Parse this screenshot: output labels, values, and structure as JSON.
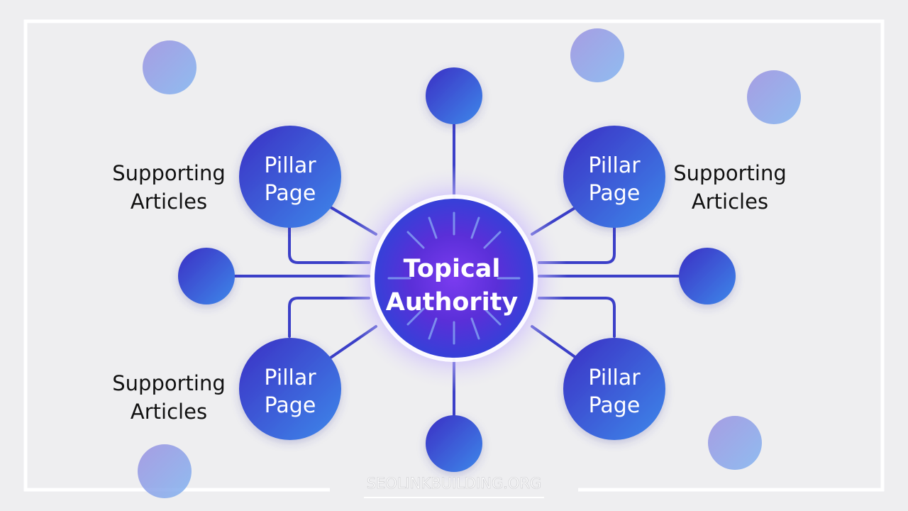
{
  "center": {
    "line1": "Topical",
    "line2": "Authority"
  },
  "pillars": [
    {
      "line1": "Pillar",
      "line2": "Page"
    },
    {
      "line1": "Pillar",
      "line2": "Page"
    },
    {
      "line1": "Pillar",
      "line2": "Page"
    },
    {
      "line1": "Pillar",
      "line2": "Page"
    }
  ],
  "supporting_labels": [
    {
      "line1": "Supporting",
      "line2": "Articles"
    },
    {
      "line1": "Supporting",
      "line2": "Articles"
    },
    {
      "line1": "Supporting",
      "line2": "Articles"
    }
  ],
  "footer": {
    "text": "SEOLINKBUILDING.ORG"
  },
  "colors": {
    "background": "#eeeef0",
    "frame": "#ffffff",
    "node_dark": "#3b32c6",
    "node_light": "#3f86e8",
    "line": "#3b3fc8",
    "text_dark": "#111111",
    "text_light": "#ffffff"
  }
}
